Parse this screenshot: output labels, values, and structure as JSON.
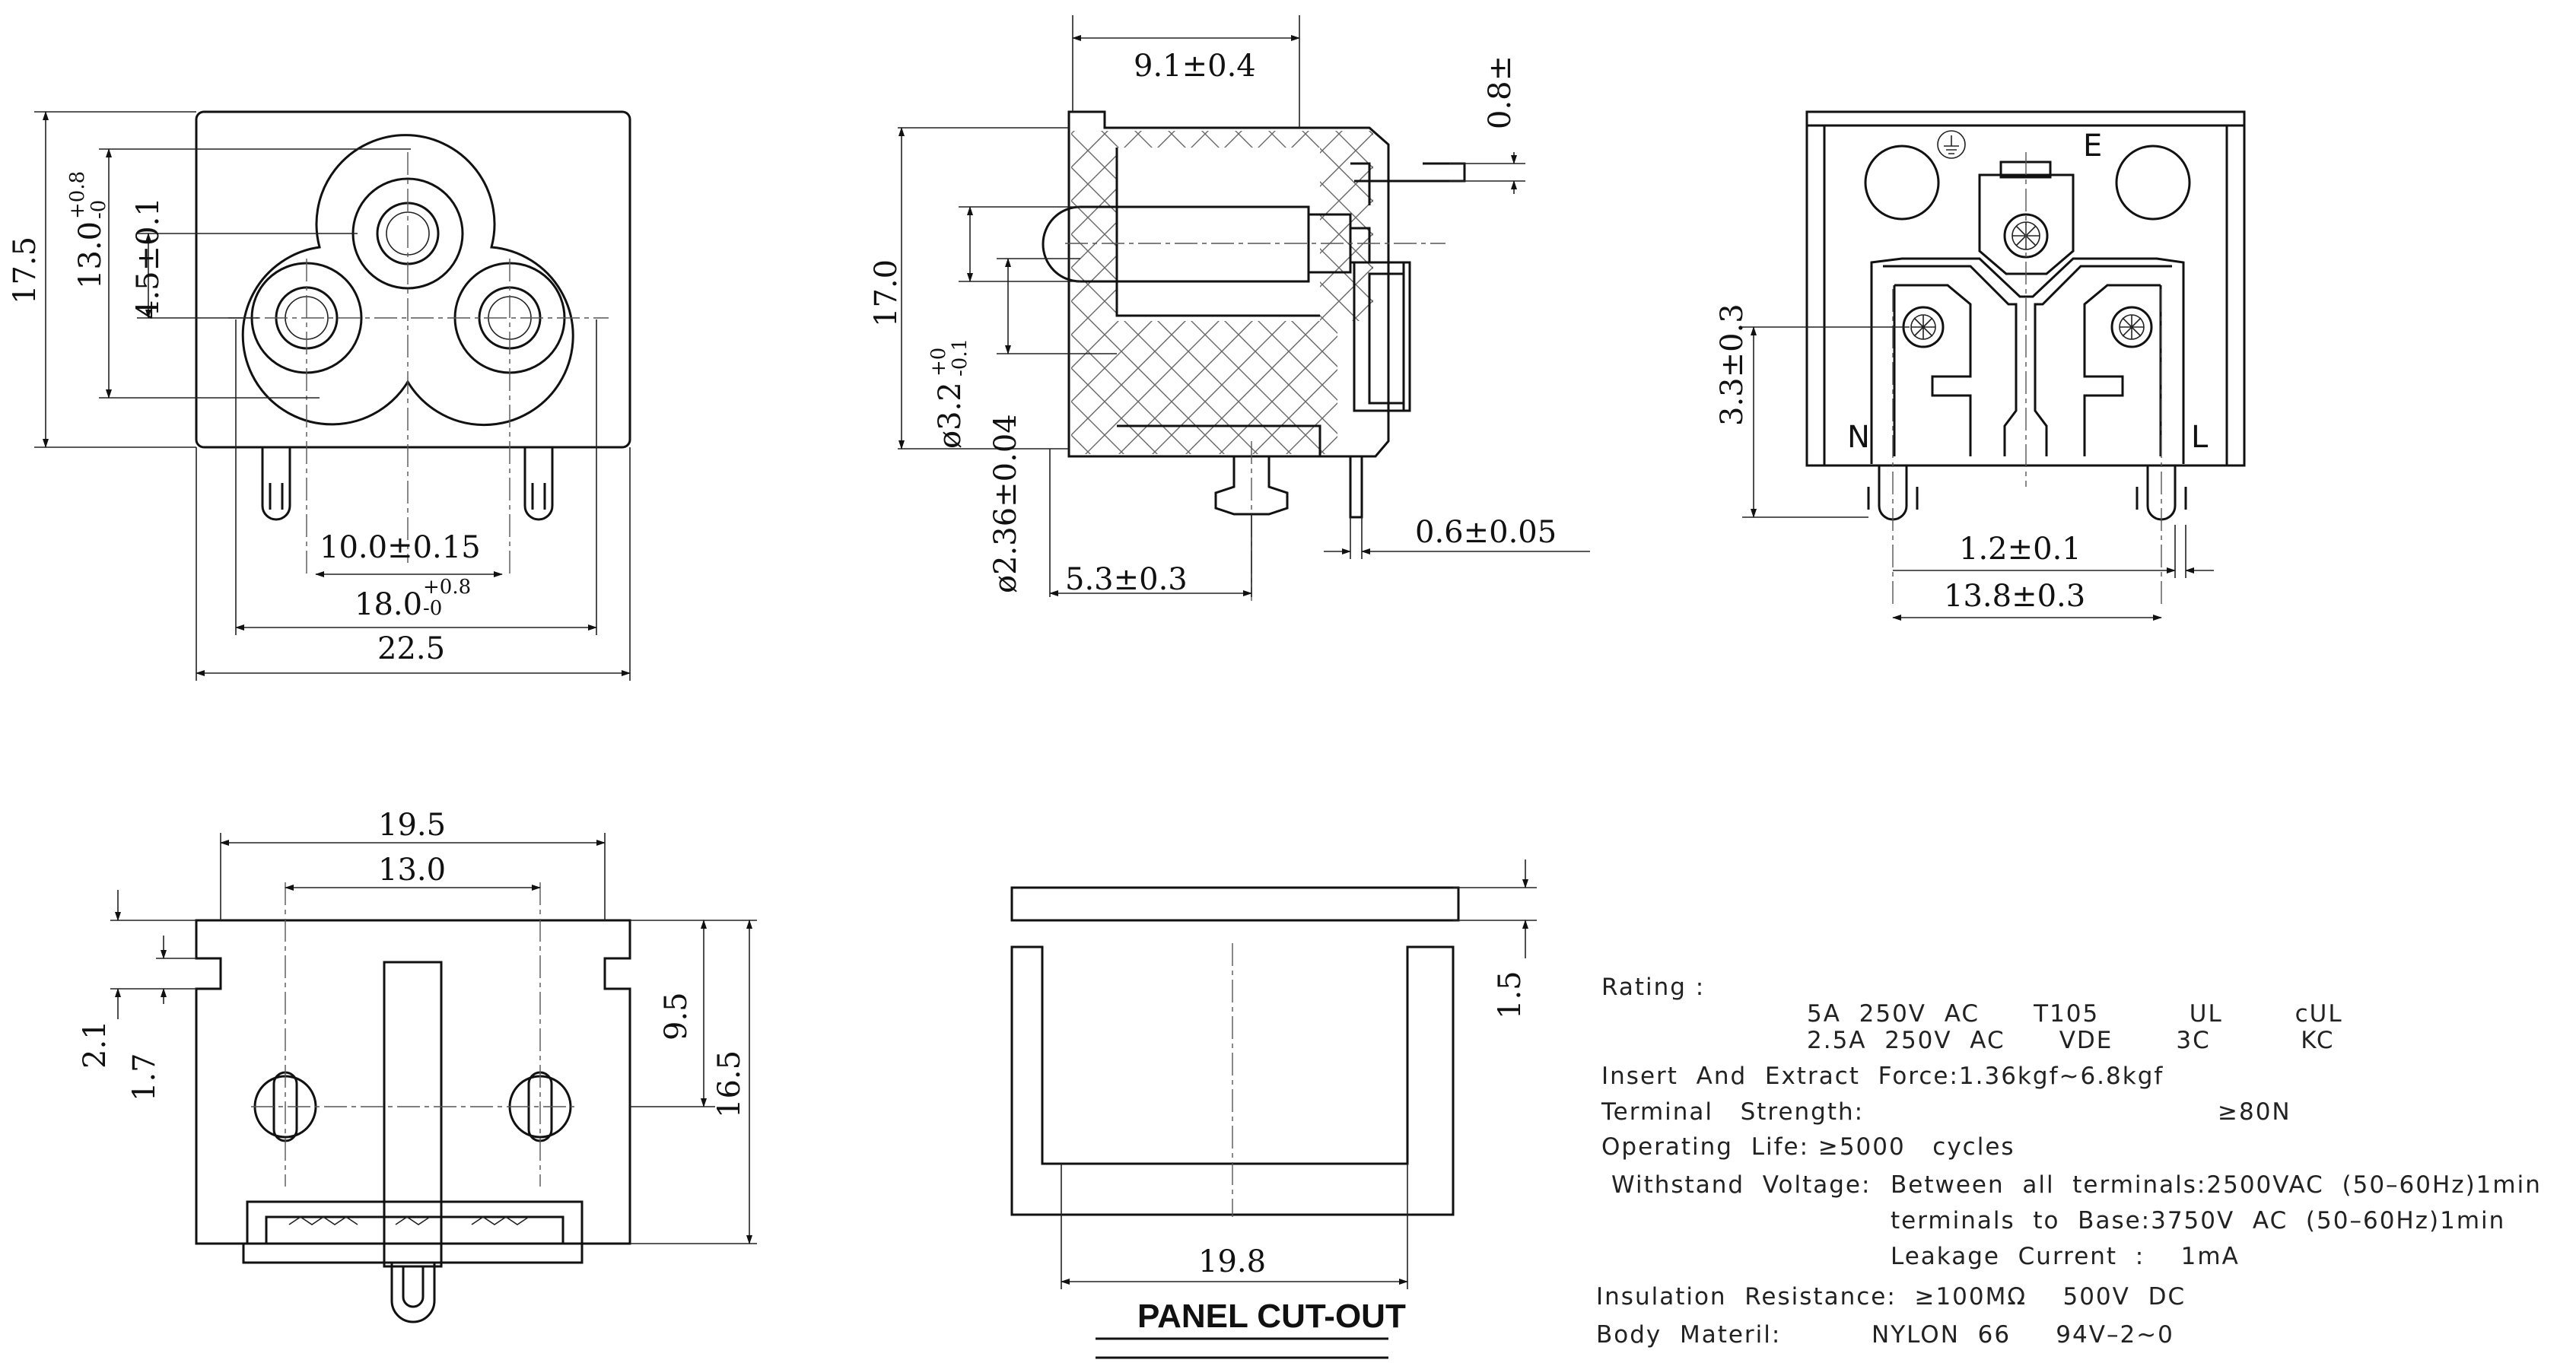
{
  "front_view": {
    "dims": {
      "overall_height": "17.5",
      "height_13_base": "13.0",
      "height_13_tol_plus": "+0.8",
      "height_13_tol_minus": "-0",
      "pitch_4_5": "4.5±0.1",
      "pin_spacing": "10.0±0.15",
      "width_18_base": "18.0",
      "width_18_tol_plus": "+0.8",
      "width_18_tol_minus": "-0",
      "overall_width": "22.5"
    }
  },
  "side_view": {
    "dims": {
      "depth": "9.1±0.4",
      "tab_thickness": "0.8±",
      "height": "17.0",
      "hole_dia_base": "ø3.2",
      "hole_dia_tol_plus": "+0",
      "hole_dia_tol_minus": "-0.1",
      "pin_dia": "ø2.36±0.04",
      "pin_offset": "5.3±0.3",
      "pin_thickness": "0.6±0.05"
    }
  },
  "rear_view": {
    "labels": {
      "earth": "E",
      "neutral": "N",
      "live": "L"
    },
    "dims": {
      "height": "3.3±0.3",
      "pin_width": "1.2±0.1",
      "pin_span": "13.8±0.3"
    }
  },
  "bottom_view": {
    "dims": {
      "width": "19.5",
      "pitch": "13.0",
      "step_2_1": "2.1",
      "step_1_7": "1.7",
      "height_9_5": "9.5",
      "height_16_5": "16.5"
    }
  },
  "panel_cutout": {
    "title": "PANEL CUT-OUT",
    "dims": {
      "width": "19.8",
      "thickness": "1.5"
    }
  },
  "specifications": {
    "rating_label": "Rating :",
    "rating_line1": "5A  250V  AC      T105          UL        cUL",
    "rating_line2": "2.5A  250V  AC      VDE       3C          KC",
    "insert_force": "Insert  And  Extract  Force:1.36kgf~6.8kgf",
    "terminal_strength_label": "Terminal   Strength:",
    "terminal_strength_value": "≥80N",
    "operating_life": "Operating  Life: ≥5000   cycles",
    "withstand_label": "Withstand  Voltage:",
    "withstand_line1": "Between  all  terminals:2500VAC  (50–60Hz)1min",
    "withstand_line2": "terminals  to  Base:3750V  AC  (50–60Hz)1min",
    "leakage": "Leakage  Current  :    1mA",
    "insulation": "Insulation  Resistance:  ≥100MΩ    500V  DC",
    "body_label": "Body  Materil:",
    "body_value": "NYLON  66     94V–2~0"
  }
}
